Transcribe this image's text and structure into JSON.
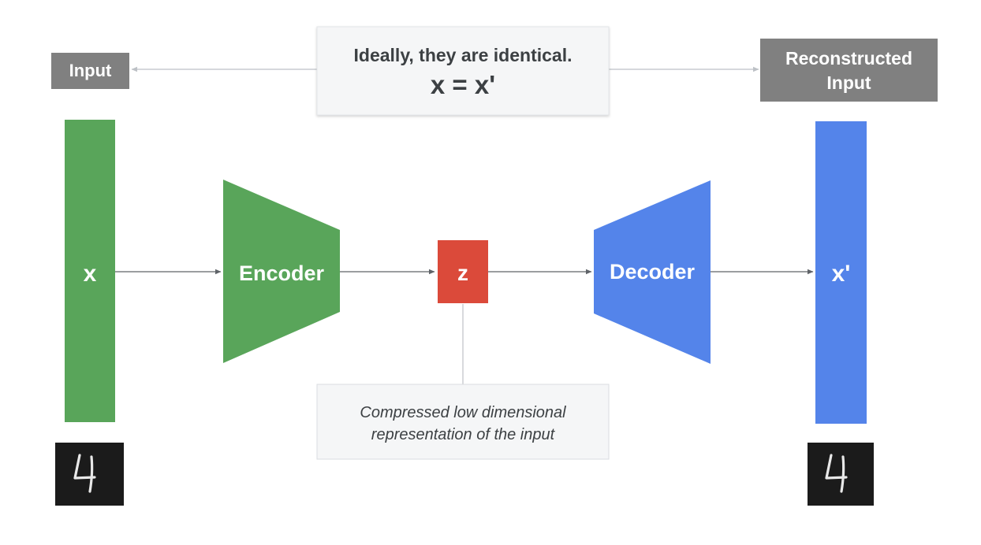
{
  "input_tag": {
    "label": "Input"
  },
  "output_tag": {
    "line1": "Reconstructed",
    "line2": "Input"
  },
  "callout": {
    "line1": "Ideally, they are identical.",
    "line2": "x = x'"
  },
  "input_bar": {
    "label": "x"
  },
  "encoder": {
    "label": "Encoder"
  },
  "latent": {
    "label": "z"
  },
  "decoder": {
    "label": "Decoder"
  },
  "output_bar": {
    "label": "x'"
  },
  "latent_note": {
    "line1": "Compressed low dimensional",
    "line2": "representation of the input"
  },
  "colors": {
    "green": "#59a55a",
    "red": "#db4a3a",
    "blue": "#5484ea",
    "tag_gray": "#808080",
    "digit_bg": "#1b1b1b"
  },
  "digit_images": {
    "input_digit": "4",
    "output_digit": "4"
  }
}
